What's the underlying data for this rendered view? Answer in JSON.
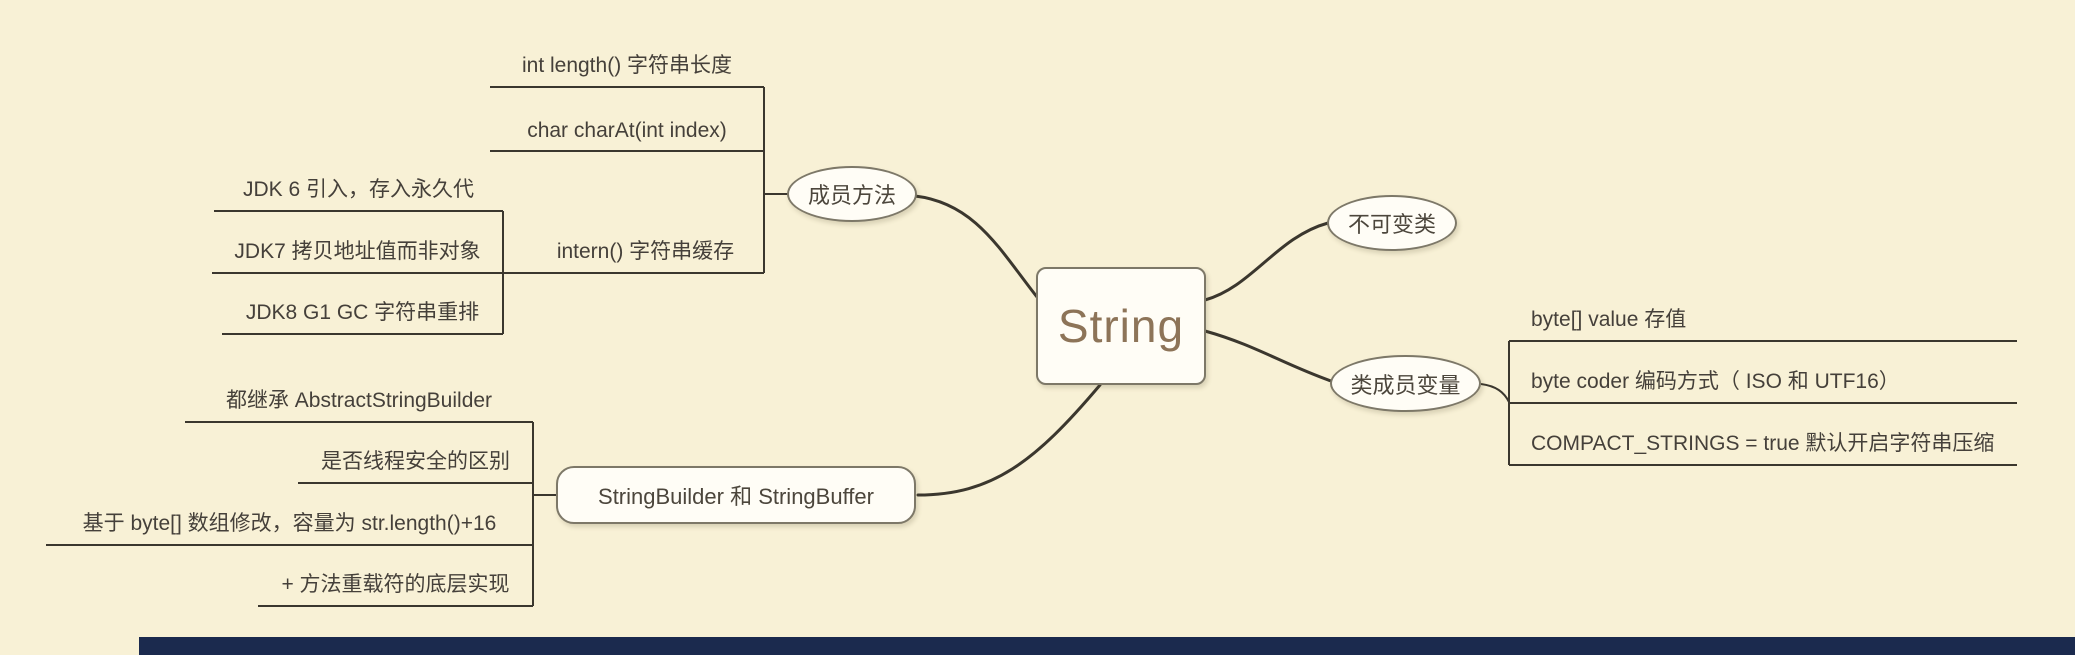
{
  "app": {
    "background_color": "#f8f1d6",
    "line_color": "#3b372e",
    "root_text_color": "#8d7458",
    "taskbar_color": "#1b2a4e"
  },
  "root": {
    "label": "String"
  },
  "member_methods": {
    "title": "成员方法",
    "items": [
      "int length() 字符串长度",
      "char charAt(int index)",
      "intern() 字符串缓存"
    ],
    "intern_children": [
      "JDK 6 引入，存入永久代",
      "JDK7 拷贝地址值而非对象",
      "JDK8 G1 GC 字符串重排"
    ]
  },
  "immutable": {
    "title": "不可变类"
  },
  "class_fields": {
    "title": "类成员变量",
    "items": [
      "byte[] value 存值",
      "byte coder 编码方式（ ISO 和 UTF16）",
      "COMPACT_STRINGS = true 默认开启字符串压缩"
    ]
  },
  "builders": {
    "title": "StringBuilder 和 StringBuffer",
    "items": [
      "都继承 AbstractStringBuilder",
      "是否线程安全的区别",
      "基于 byte[] 数组修改，容量为 str.length()+16",
      "+ 方法重载符的底层实现"
    ]
  }
}
